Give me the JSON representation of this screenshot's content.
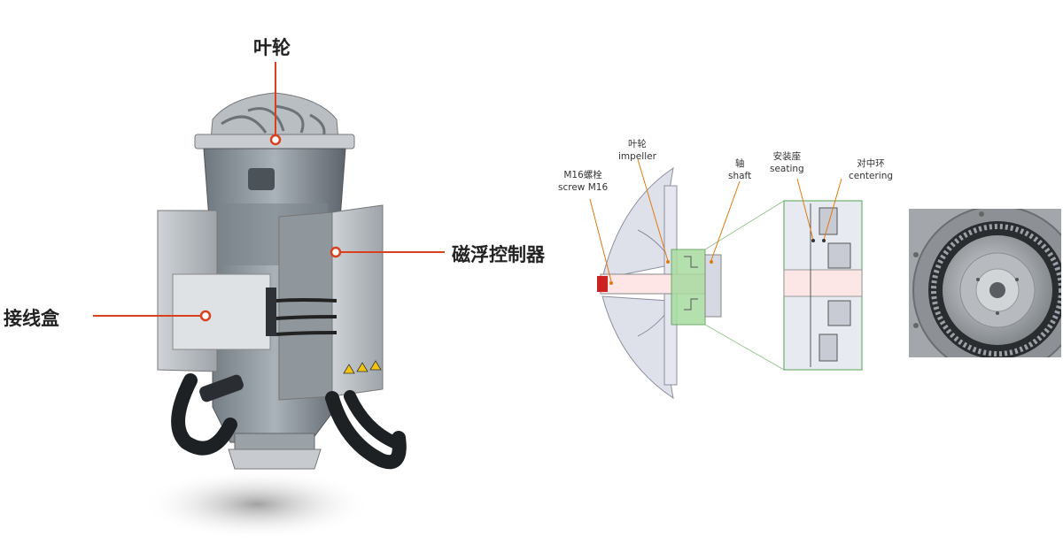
{
  "callouts": {
    "impeller": "叶轮",
    "controller": "磁浮控制器",
    "junction_box": "接线盒"
  },
  "section_diagram": {
    "labels": {
      "bolt_cn": "M16螺栓",
      "bolt_en": "screw M16",
      "impeller_cn": "叶轮",
      "impeller_en": "impeller",
      "shaft_cn": "轴",
      "shaft_en": "shaft",
      "seating_cn": "安装座",
      "seating_en": "seating",
      "centering_cn": "对中环",
      "centering_en": "centering"
    }
  },
  "colors": {
    "callout_line": "#d8401e",
    "callout_dot": "#d8401e",
    "diagram_leader": "#e07a10",
    "highlight_green": "#a8dba0"
  }
}
